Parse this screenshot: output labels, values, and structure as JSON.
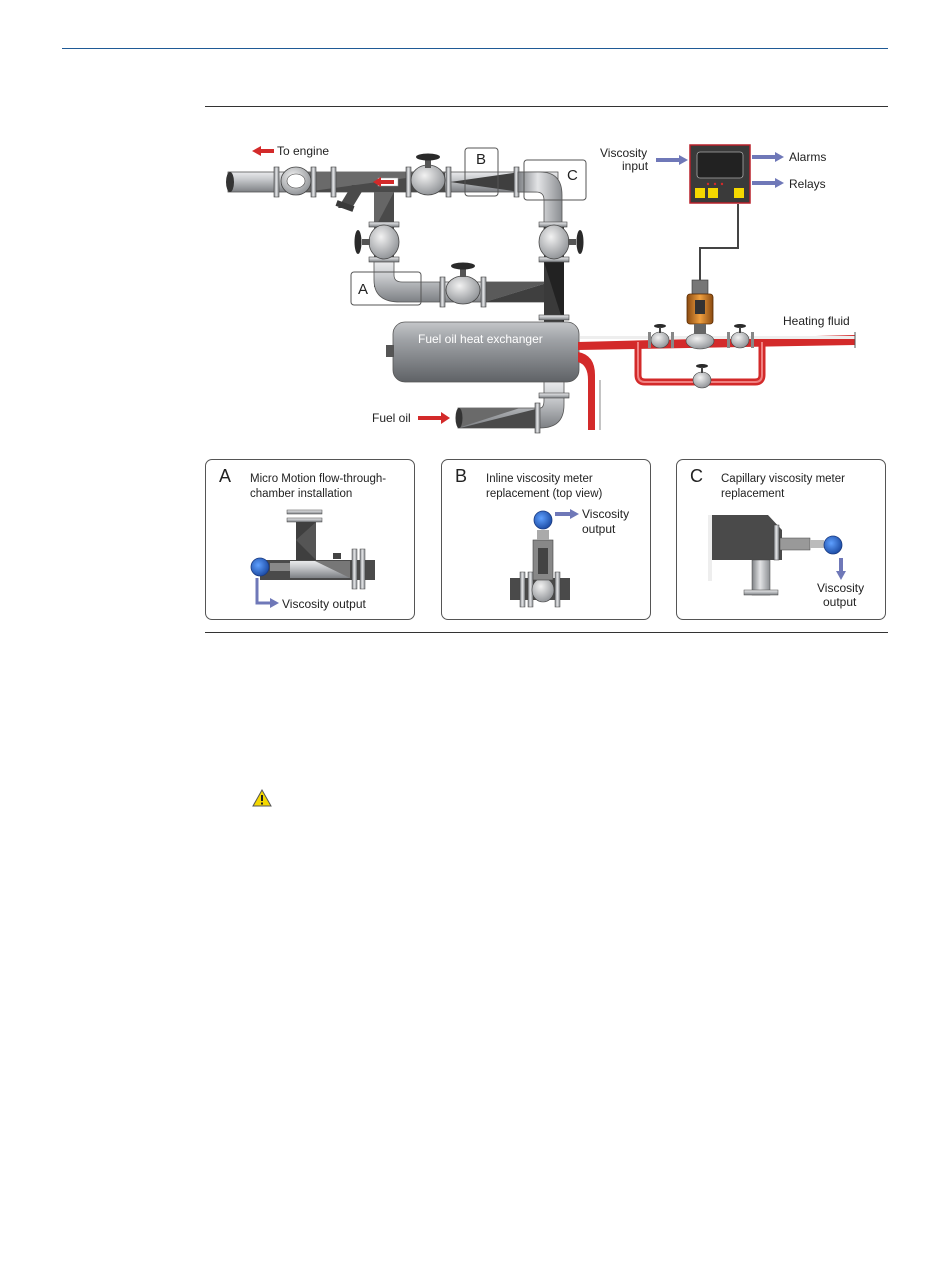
{
  "labels": {
    "to_engine": "To engine",
    "callout_b": "B",
    "callout_c": "C",
    "callout_a": "A",
    "viscosity_input_line1": "Viscosity",
    "viscosity_input_line2": "input",
    "alarms": "Alarms",
    "relays": "Relays",
    "heating_fluid": "Heating fluid",
    "heat_exchanger": "Fuel oil heat exchanger",
    "fuel_oil": "Fuel oil"
  },
  "panels": [
    {
      "letter": "A",
      "title": "Micro Motion flow-through-chamber installation",
      "output_label": "Viscosity output"
    },
    {
      "letter": "B",
      "title": "Inline viscosity meter replacement (top view)",
      "output_label_line1": "Viscosity",
      "output_label_line2": "output"
    },
    {
      "letter": "C",
      "title": "Capillary viscosity meter replacement",
      "output_label_line1": "Viscosity",
      "output_label_line2": "output"
    }
  ],
  "colors": {
    "rule_blue": "#1f5a96",
    "pipe": "#a9acb0",
    "pipe_dark": "#4a4a4a",
    "flow_red": "#d32a2a",
    "arrow_blue": "#6f78b8",
    "transmitter_blue": "#2f63c8",
    "controller_frame": "#b8202a",
    "warning_yellow": "#f5d800"
  },
  "icons": {
    "warning": "warning-triangle-icon"
  }
}
